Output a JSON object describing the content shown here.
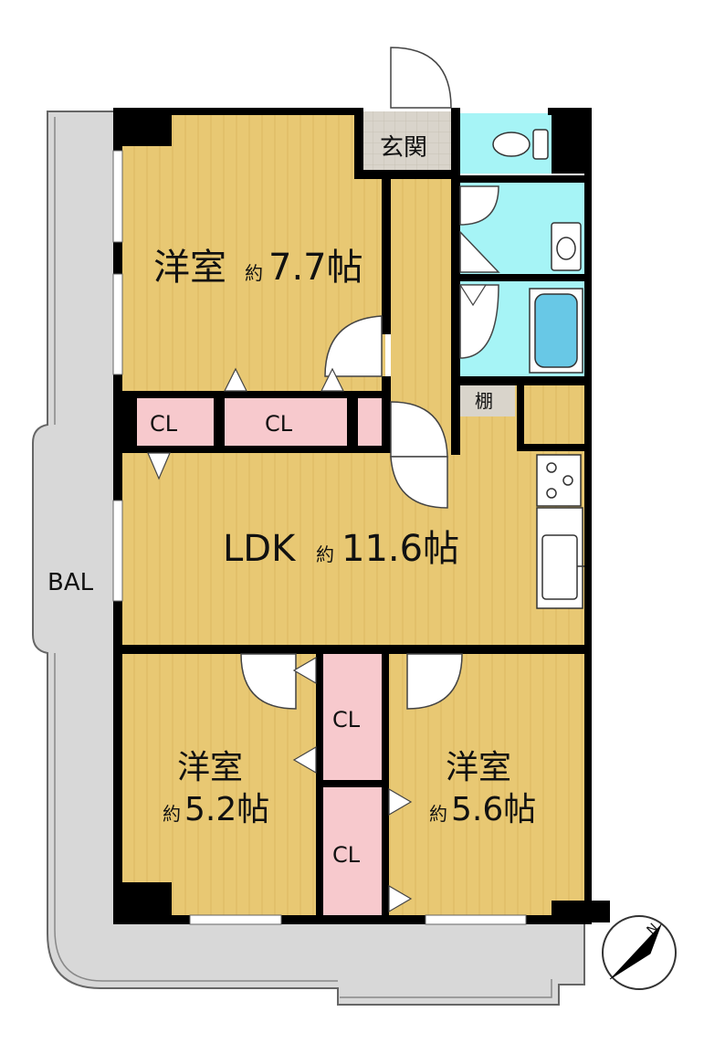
{
  "rooms": {
    "western_7_7": {
      "name": "洋室",
      "prefix": "約",
      "size": "7.7帖"
    },
    "ldk": {
      "name": "LDK",
      "prefix": "約",
      "size": "11.6帖"
    },
    "western_5_2": {
      "name": "洋室",
      "prefix": "約",
      "size": "5.2帖"
    },
    "western_5_6": {
      "name": "洋室",
      "prefix": "約",
      "size": "5.6帖"
    },
    "entrance": "玄関",
    "shelf": "棚",
    "balcony": "BAL"
  },
  "closets": {
    "cl_small": "CL",
    "cl_wide": "CL",
    "cl_mid_upper": "CL",
    "cl_mid_lower": "CL"
  },
  "colors": {
    "floor_wood": "#e8c873",
    "closet_pink": "#f7c9cd",
    "wet_area_cyan": "#a6f4f6",
    "balcony_gray": "#d8d8d8",
    "entrance_tile": "#d9d4cb",
    "wall": "#000000"
  },
  "icons": [
    "toilet-icon",
    "washbasin-icon",
    "bathtub-icon",
    "stove-icon",
    "sink-icon",
    "compass-icon"
  ]
}
